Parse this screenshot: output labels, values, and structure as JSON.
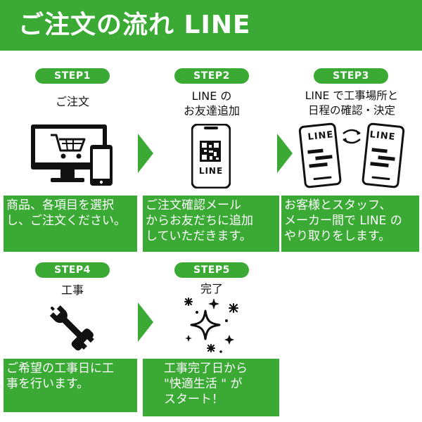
{
  "header": {
    "title": "ご注文の流れ LINE"
  },
  "colors": {
    "brand_green": "#3aaa35",
    "icon_dark": "#111111"
  },
  "steps": [
    {
      "badge": "STEP1",
      "title_lines": [
        "ご注文"
      ],
      "icon": "computer-and-phone-shopping-cart-icon",
      "desc_lines": [
        "商品、各項目を選択",
        "し、ご注文ください。"
      ]
    },
    {
      "badge": "STEP2",
      "title_lines": [
        "LINE の",
        "お友達追加"
      ],
      "icon": "phone-qr-code-line-icon",
      "qr_label": "LINE",
      "desc_lines": [
        "ご注文確認メール",
        "からお友だちに追加",
        "していただきます。"
      ]
    },
    {
      "badge": "STEP3",
      "title_lines": [
        "LINE で工事場所と",
        "日程の確認・決定"
      ],
      "icon": "two-phones-line-chat-icon",
      "phone_label": "LINE",
      "desc_lines": [
        "お客様とスタッフ、",
        "メーカー間で LINE の",
        "やり取りをします。"
      ]
    },
    {
      "badge": "STEP4",
      "title_lines": [
        "工事"
      ],
      "icon": "wrench-screwdriver-icon",
      "desc_lines": [
        "ご希望の工事日に工",
        "事を行います。"
      ]
    },
    {
      "badge": "STEP5",
      "title_lines": [
        "完了"
      ],
      "icon": "sparkles-icon",
      "desc_lines": [
        "工事完了日から",
        "\"快適生活 \" が",
        "スタート！"
      ]
    }
  ]
}
